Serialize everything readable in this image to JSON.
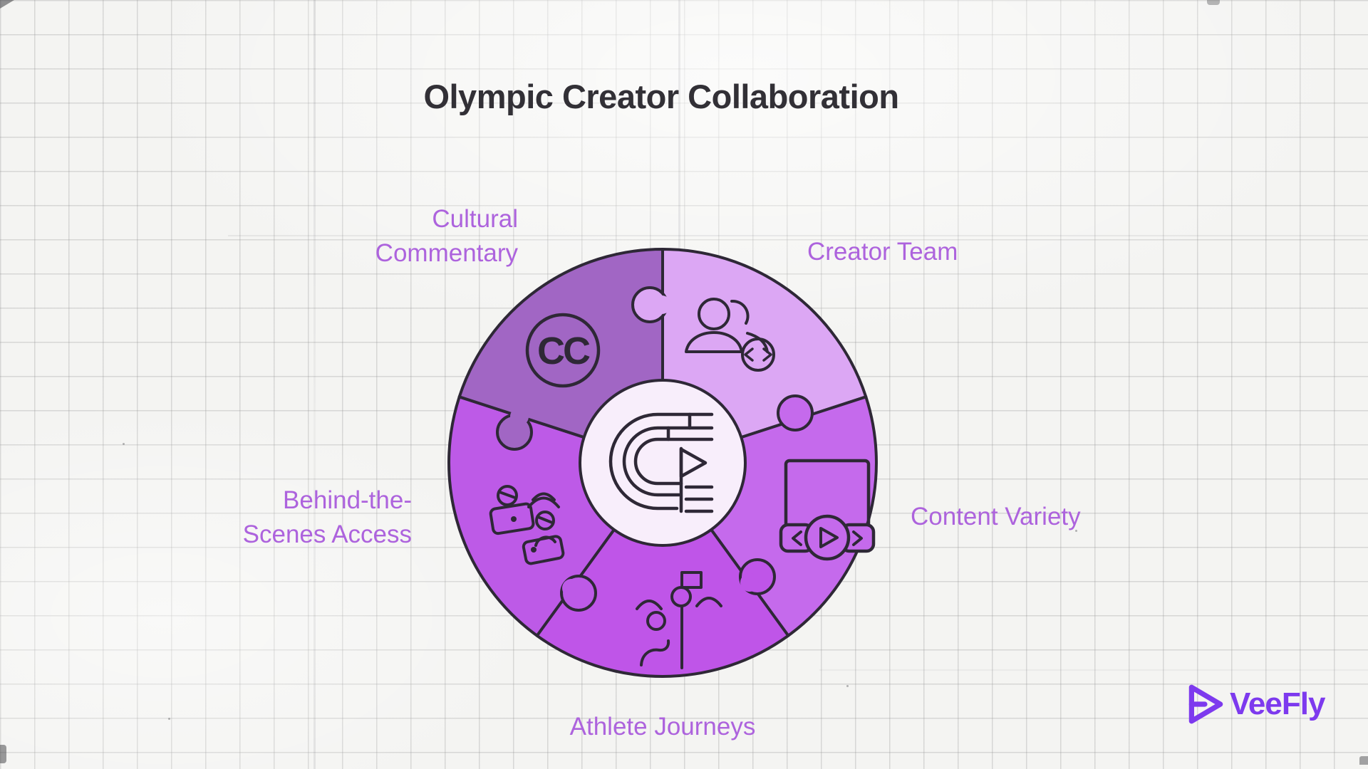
{
  "title": "Olympic Creator Collaboration",
  "wheel": {
    "outline_color": "#2e2836",
    "center_fill": "#f8eefb",
    "center_icon": "content-track-play-icon",
    "cc_text": "CC",
    "segments": [
      {
        "id": "creator-team",
        "label": "Creator Team",
        "color": "#dca7f4",
        "icon": "team-code-icon"
      },
      {
        "id": "content-variety",
        "label": "Content Variety",
        "color": "#c56aec",
        "icon": "screen-media-controls-icon"
      },
      {
        "id": "athlete-journeys",
        "label": "Athlete Journeys",
        "color": "#bf55e8",
        "icon": "athlete-flag-icon"
      },
      {
        "id": "behind-the-scenes",
        "label": "Behind-the-\nScenes Access",
        "color": "#bd5ae7",
        "icon": "creators-filming-icon"
      },
      {
        "id": "cultural-commentary",
        "label": "Cultural\nCommentary",
        "color": "#a166c4",
        "icon": "creative-commons-icon"
      }
    ],
    "label_color": "#ad63dd"
  },
  "brand": {
    "name": "VeeFly",
    "color": "#7d3aee"
  }
}
